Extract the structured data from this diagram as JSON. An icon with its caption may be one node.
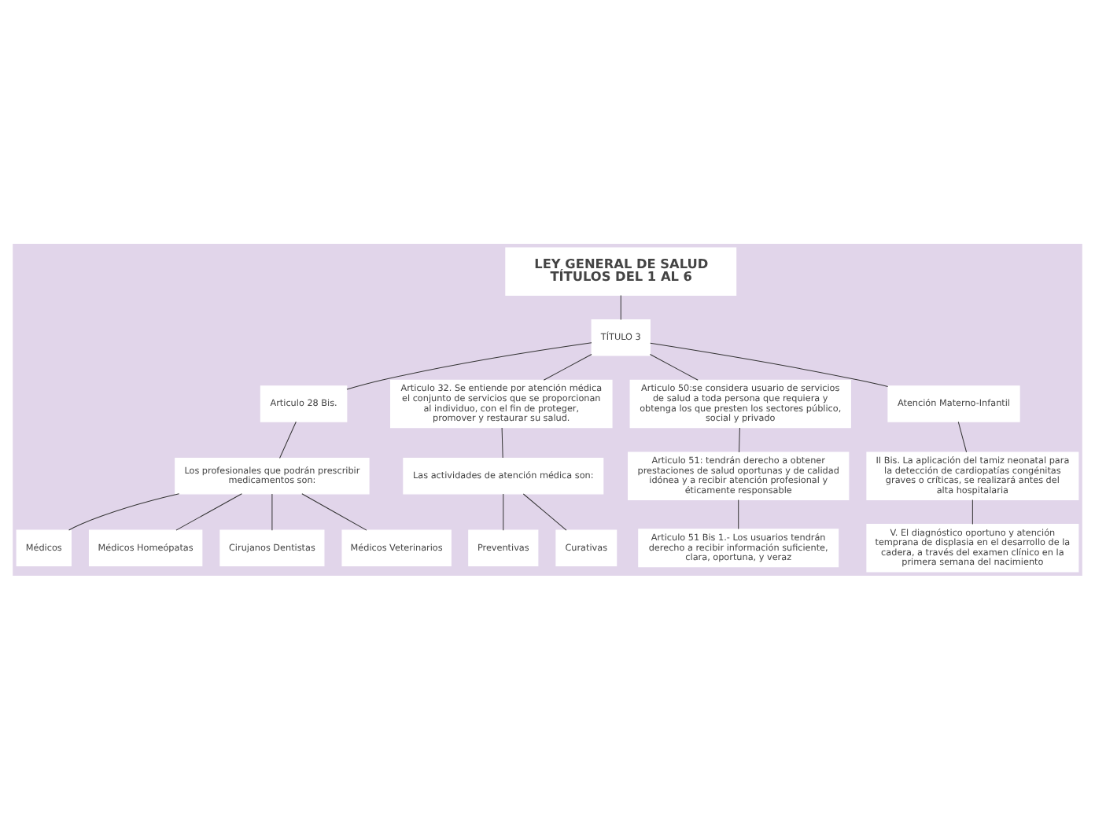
{
  "diagram": {
    "nodes": [
      {
        "text": [
          "LEY GENERAL DE SALUD TÍTULOS DEL 1 AL 6"
        ]
      },
      {
        "text": [
          "TÍTULO 3"
        ]
      },
      {
        "text": [
          "Articulo 28 Bis."
        ]
      },
      {
        "text": [
          "Articulo 32. Se entiende por atención médica el conjunto de servicios que se proporcionan al individuo, con el fin de proteger, promover y restaurar su salud."
        ]
      },
      {
        "text": [
          "Articulo 50:se considera usuario de servicios de salud a toda persona que requiera y obtenga los que presten los sectores público, social y privado"
        ]
      },
      {
        "text": [
          "Atención Materno-Infantil"
        ]
      },
      {
        "text": [
          "Los profesionales que podrán prescribir medicamentos son:"
        ]
      },
      {
        "text": [
          "Médicos"
        ]
      },
      {
        "text": [
          "Médicos Homeópatas"
        ]
      },
      {
        "text": [
          "Cirujanos Dentistas"
        ]
      },
      {
        "text": [
          "Médicos Veterinarios"
        ]
      },
      {
        "text": [
          "Las actividades de atención médica son:"
        ]
      },
      {
        "text": [
          "Preventivas"
        ]
      },
      {
        "text": [
          "Curativas"
        ]
      },
      {
        "text": [
          "Articulo 51: tendrán derecho a obtener prestaciones de salud oportunas y de calidad idónea y a recibir atención profesional y éticamente responsable"
        ]
      },
      {
        "text": [
          "Articulo 51 Bis 1.- Los usuarios tendrán derecho a recibir información suficiente, clara, oportuna, y veraz"
        ]
      },
      {
        "text": [
          "II Bis. La aplicación del tamiz neonatal para la detección de cardiopatías congénitas graves o críticas, se realizará antes del alta hospitalaria"
        ]
      },
      {
        "text": [
          "V. El diagnóstico oportuno y atención temprana de displasia en el desarrollo de la cadera, a través del examen clínico en la primera semana del nacimiento"
        ]
      }
    ],
    "edges": [
      {
        "from": 0,
        "to": 1,
        "arrow": "none"
      },
      {
        "from": 1,
        "to": 2,
        "arrow": "none"
      },
      {
        "from": 1,
        "to": 3,
        "arrow": "none"
      },
      {
        "from": 1,
        "to": 4,
        "arrow": "none"
      },
      {
        "from": 1,
        "to": 5,
        "arrow": "none"
      },
      {
        "from": 2,
        "to": 6,
        "arrow": "none"
      },
      {
        "from": 6,
        "to": 7,
        "arrow": "none"
      },
      {
        "from": 6,
        "to": 8,
        "arrow": "none"
      },
      {
        "from": 6,
        "to": 9,
        "arrow": "none"
      },
      {
        "from": 6,
        "to": 10,
        "arrow": "none"
      },
      {
        "from": 3,
        "to": 11,
        "arrow": "none"
      },
      {
        "from": 11,
        "to": 12,
        "arrow": "none"
      },
      {
        "from": 11,
        "to": 13,
        "arrow": "none"
      },
      {
        "from": 4,
        "to": 14,
        "arrow": "none"
      },
      {
        "from": 14,
        "to": 15,
        "arrow": "none"
      },
      {
        "from": 5,
        "to": 16,
        "arrow": "none"
      },
      {
        "from": 16,
        "to": 17,
        "arrow": "none"
      }
    ]
  }
}
